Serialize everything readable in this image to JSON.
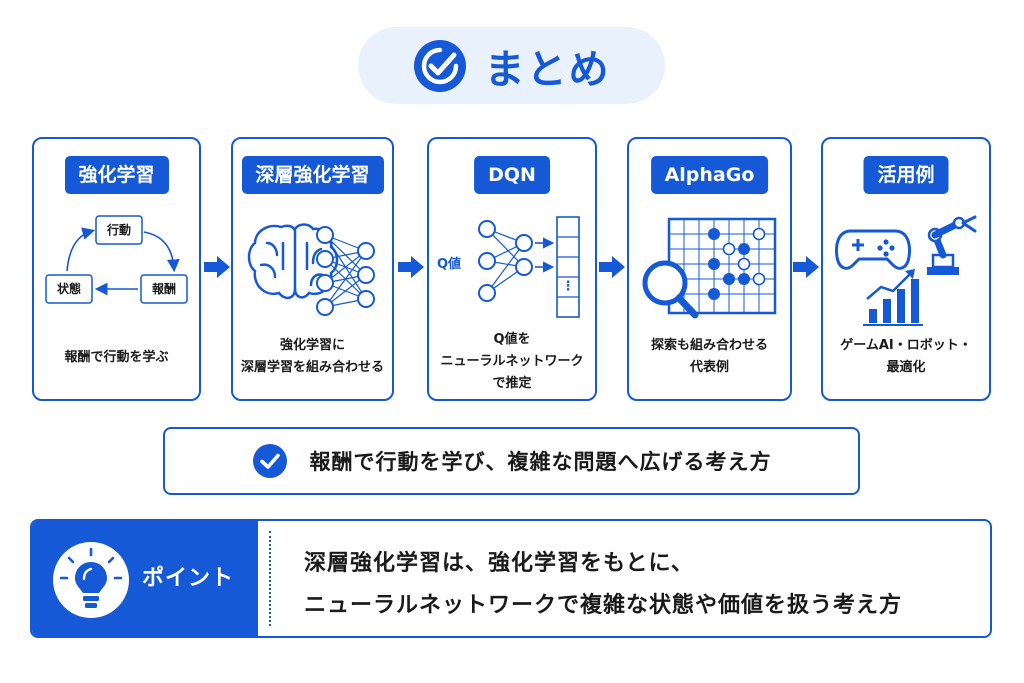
{
  "title": "まとめ",
  "cards": [
    {
      "label": "強化学習",
      "caption_lines": [
        "報酬で行動を学ぶ"
      ],
      "nodes": [
        "行動",
        "報酬",
        "状態"
      ]
    },
    {
      "label": "深層強化学習",
      "caption_lines": [
        "強化学習に",
        "深層学習を組み合わせる"
      ]
    },
    {
      "label": "DQN",
      "caption_lines": [
        "Q値を",
        "ニューラルネットワーク",
        "で推定"
      ],
      "q_label": "Q値",
      "dots": "⋮"
    },
    {
      "label": "AlphaGo",
      "caption_lines": [
        "探索も組み合わせる",
        "代表例"
      ]
    },
    {
      "label": "活用例",
      "caption_lines": [
        "ゲームAI・ロボット・",
        "最適化"
      ]
    }
  ],
  "summary": "報酬で行動を学び、複雑な問題へ広げる考え方",
  "point": {
    "label": "ポイント",
    "line1": "深層強化学習は、強化学習をもとに、",
    "line2": "ニューラルネットワークで複雑な状態や価値を扱う考え方"
  },
  "colors": {
    "primary": "#1559d6",
    "light": "#e9f1fd"
  }
}
